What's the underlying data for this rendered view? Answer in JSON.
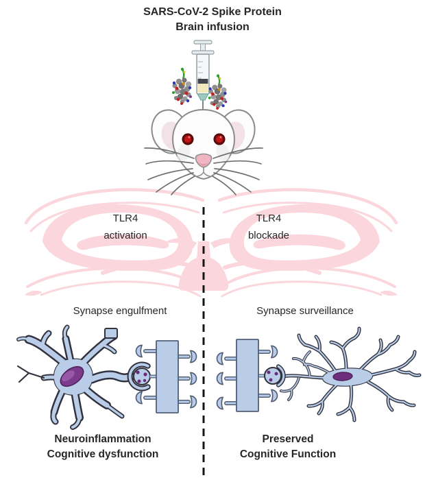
{
  "figure": {
    "title_line1": "SARS-CoV-2 Spike Protein",
    "title_line2": "Brain infusion"
  },
  "left_pathway": {
    "receptor_line1": "TLR4",
    "receptor_line2": "activation",
    "synapse_label": "Synapse engulfment",
    "outcome_line1": "Neuroinflammation",
    "outcome_line2": "Cognitive dysfunction"
  },
  "right_pathway": {
    "receptor_line1": "TLR4",
    "receptor_line2": "blockade",
    "synapse_label": "Synapse surveillance",
    "outcome_line1": "Preserved",
    "outcome_line2": "Cognitive Function"
  },
  "icons": {
    "mouse": "albino-mouse-head-icon",
    "syringe": "intracranial-syringe-icon",
    "spike_protein": "spike-protein-molecule-icon",
    "brain": "coronal-brain-section-icon",
    "left_cell": "activated-microglia-engulfing-synapse-icon",
    "right_cell": "ramified-microglia-surveilling-synapse-icon",
    "dendrite": "dendrite-with-synaptic-boutons-icon",
    "divider": "dashed-midline-divider"
  },
  "colors": {
    "brain_pink": "#fbd6dd",
    "cell_blue": "#b9cde9",
    "cell_outline": "#32323e",
    "bar_outline": "#525f78",
    "nucleus_purple": "#7b3a8c",
    "nucleus_highlight": "#a263b2",
    "nucleus_dark_purple": "#6e2d7d",
    "dot_purple": "#6b2a78",
    "eye_dark_red": "#6d0a0a",
    "eye_red": "#c01616",
    "nose_pink": "#f0b6c1",
    "ear_pink": "#f2e2e7",
    "head_outline": "#8a8a8a",
    "whisker_gray": "#6f6f6f",
    "syringe_liquid": "#f1e9bd",
    "syringe_teal": "#9fcac3",
    "spike_gray": "#8d8d8d",
    "spike_red": "#c32222",
    "spike_blue": "#2b35b5",
    "spike_green": "#2f9e2f",
    "spike_orange": "#d08a20",
    "divider_black": "#151515",
    "text_dark": "#262626"
  }
}
